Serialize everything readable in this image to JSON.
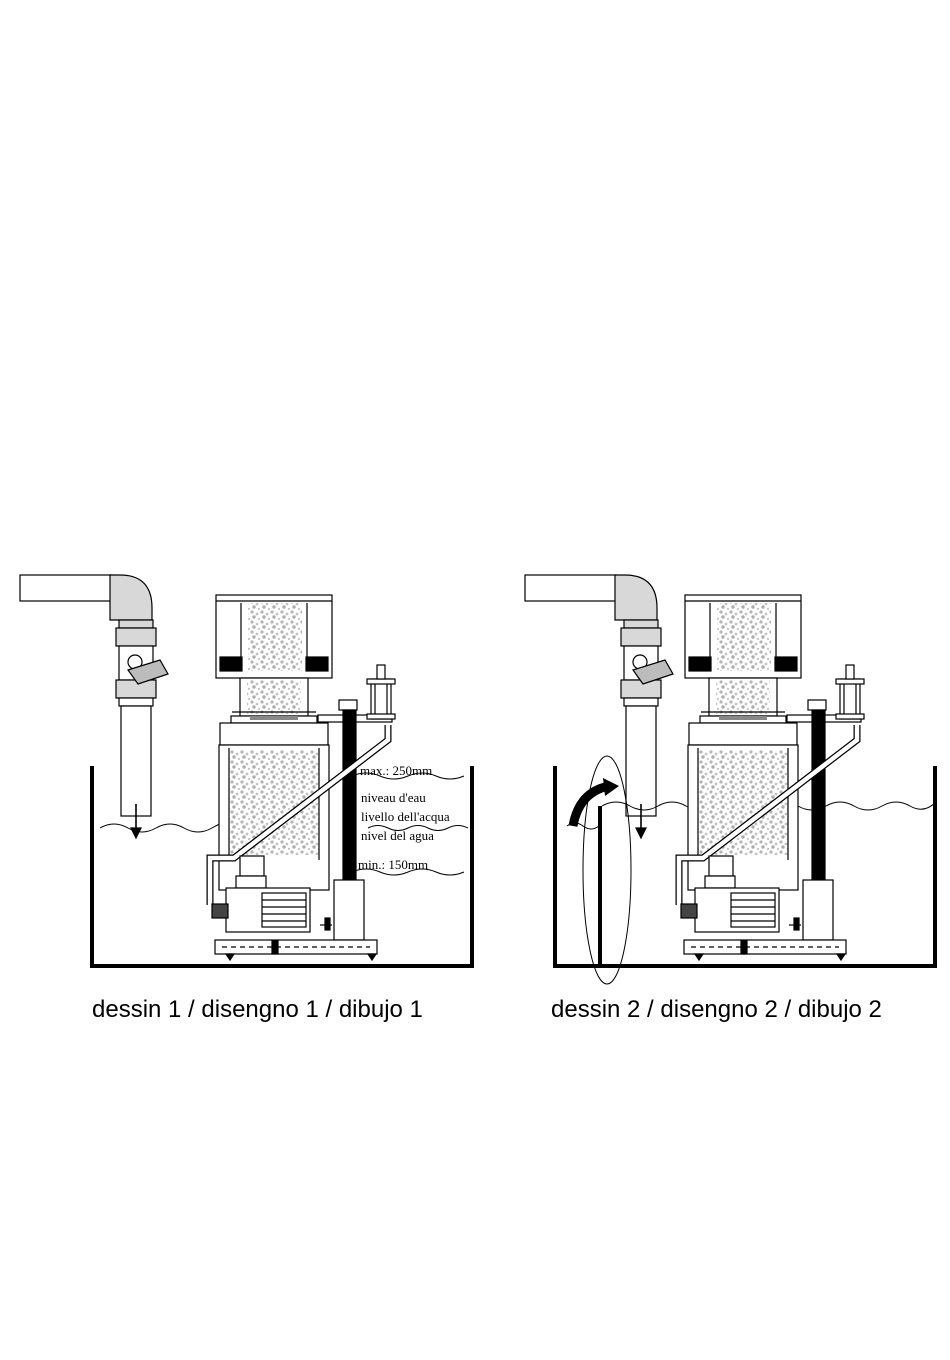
{
  "drawing1": {
    "caption": "dessin 1 / disengno 1 / dibujo 1",
    "level_max": "max.: 250mm",
    "water_level": [
      "niveau d'eau",
      "livello dell'acqua",
      "nivel del agua"
    ],
    "level_min": "min.: 150mm"
  },
  "drawing2": {
    "caption": "dessin 2 / disengno 2 / dibujo 2"
  }
}
